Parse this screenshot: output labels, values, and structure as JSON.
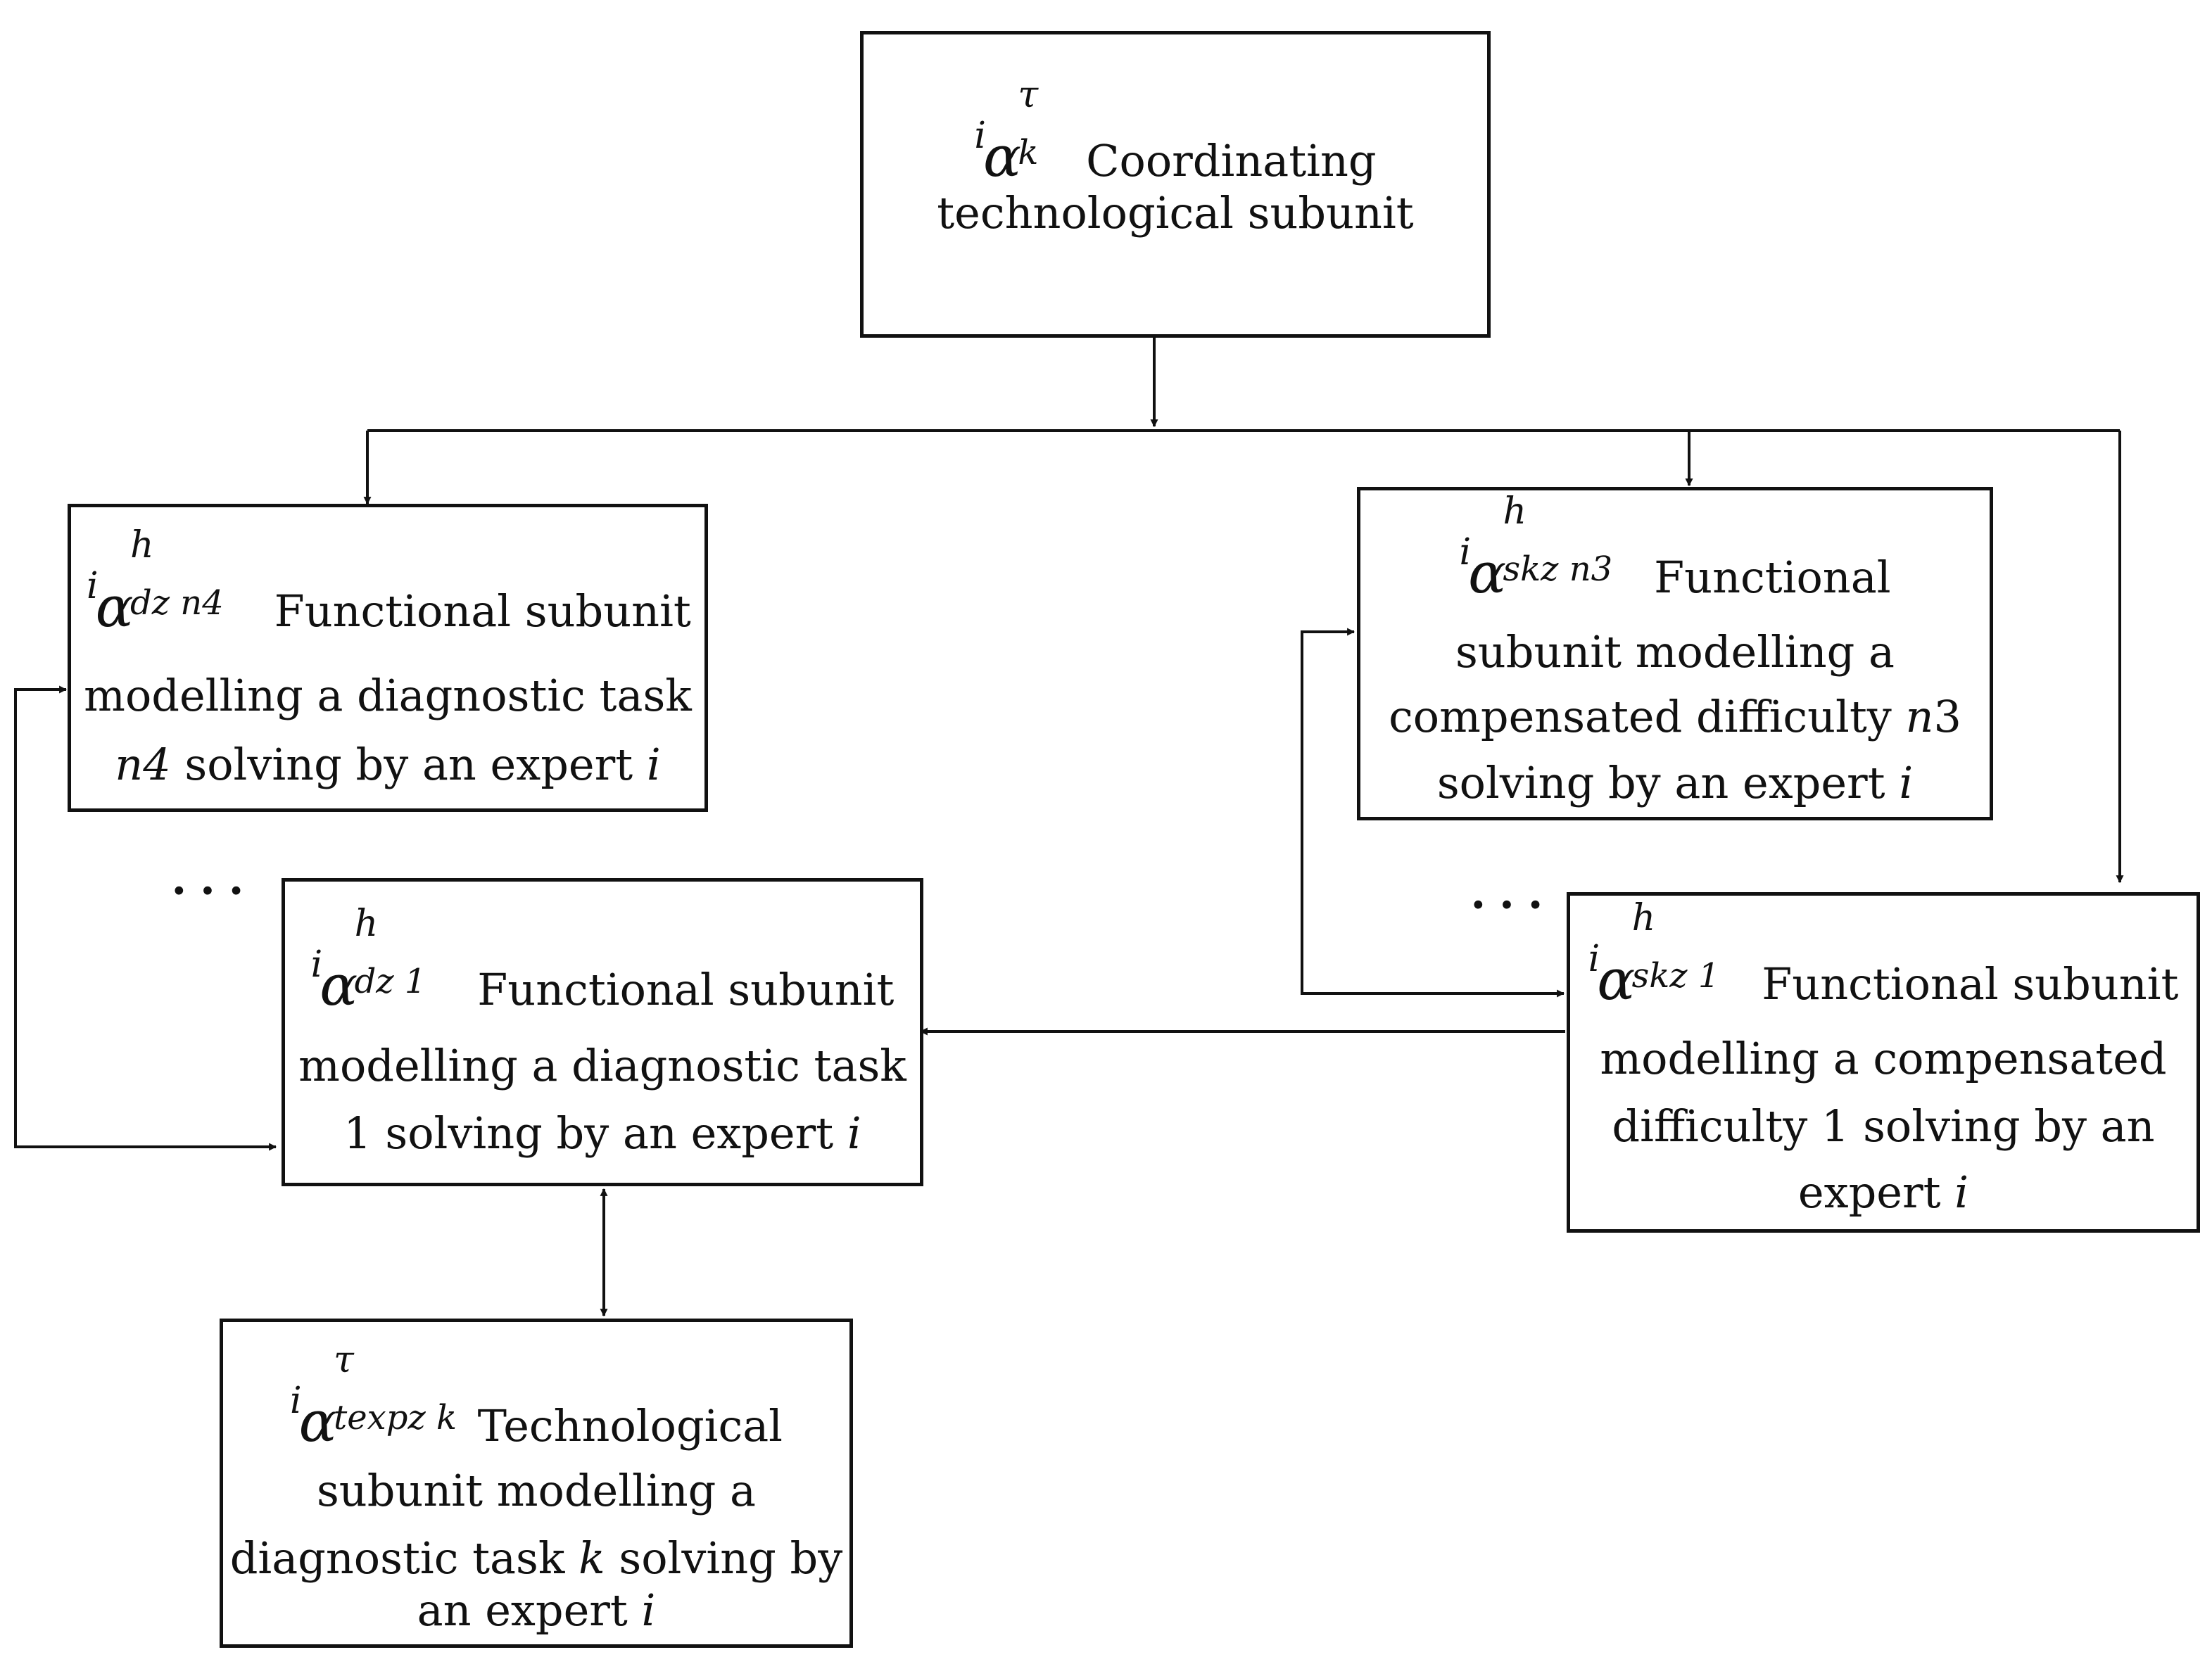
{
  "nodes": {
    "coordinating": {
      "symbol": {
        "pre": "i",
        "base": "α",
        "sup": "τ",
        "sub": "k"
      },
      "title": "Coordinating",
      "line2": "technological subunit"
    },
    "dz_n4": {
      "symbol": {
        "pre": "i",
        "base": "α",
        "sup": "h",
        "sub": "dz  n4"
      },
      "title": "Functional subunit",
      "line2": "modelling a diagnostic task",
      "line3_var": "n4",
      "line3_text": " solving by an expert ",
      "line3_end": "i"
    },
    "skz_n3": {
      "symbol": {
        "pre": "i",
        "base": "α",
        "sup": "h",
        "sub": "skz  n3"
      },
      "title": "Functional",
      "line2": "subunit modelling a",
      "line3_text": "compensated difficulty ",
      "line3_var": "n",
      "line3_num": "3",
      "line4_text": "solving by an expert ",
      "line4_end": "i"
    },
    "dz_1": {
      "symbol": {
        "pre": "i",
        "base": "α",
        "sup": "h",
        "sub": "dz  1"
      },
      "title": "Functional subunit",
      "line2": "modelling a diagnostic task",
      "line3_text": "1 solving by an expert ",
      "line3_end": "i"
    },
    "skz_1": {
      "symbol": {
        "pre": "i",
        "base": "α",
        "sup": "h",
        "sub": "skz  1"
      },
      "title": "Functional subunit",
      "line2": "modelling a compensated",
      "line3": "difficulty 1 solving by an",
      "line4_text": "expert ",
      "line4_end": "i"
    },
    "texpz_k": {
      "symbol": {
        "pre": "i",
        "base": "α",
        "sup": "τ",
        "sub": "texpz  k"
      },
      "title": "Technological",
      "line2": "subunit modelling a",
      "line3_text": "diagnostic task ",
      "line3_var": "k",
      "line3_end": " solving by",
      "line4_text": "an expert ",
      "line4_end": "i"
    }
  },
  "ellipses": {
    "left": "...",
    "right": "..."
  },
  "colors": {
    "stroke": "#111111",
    "background": "#ffffff"
  }
}
